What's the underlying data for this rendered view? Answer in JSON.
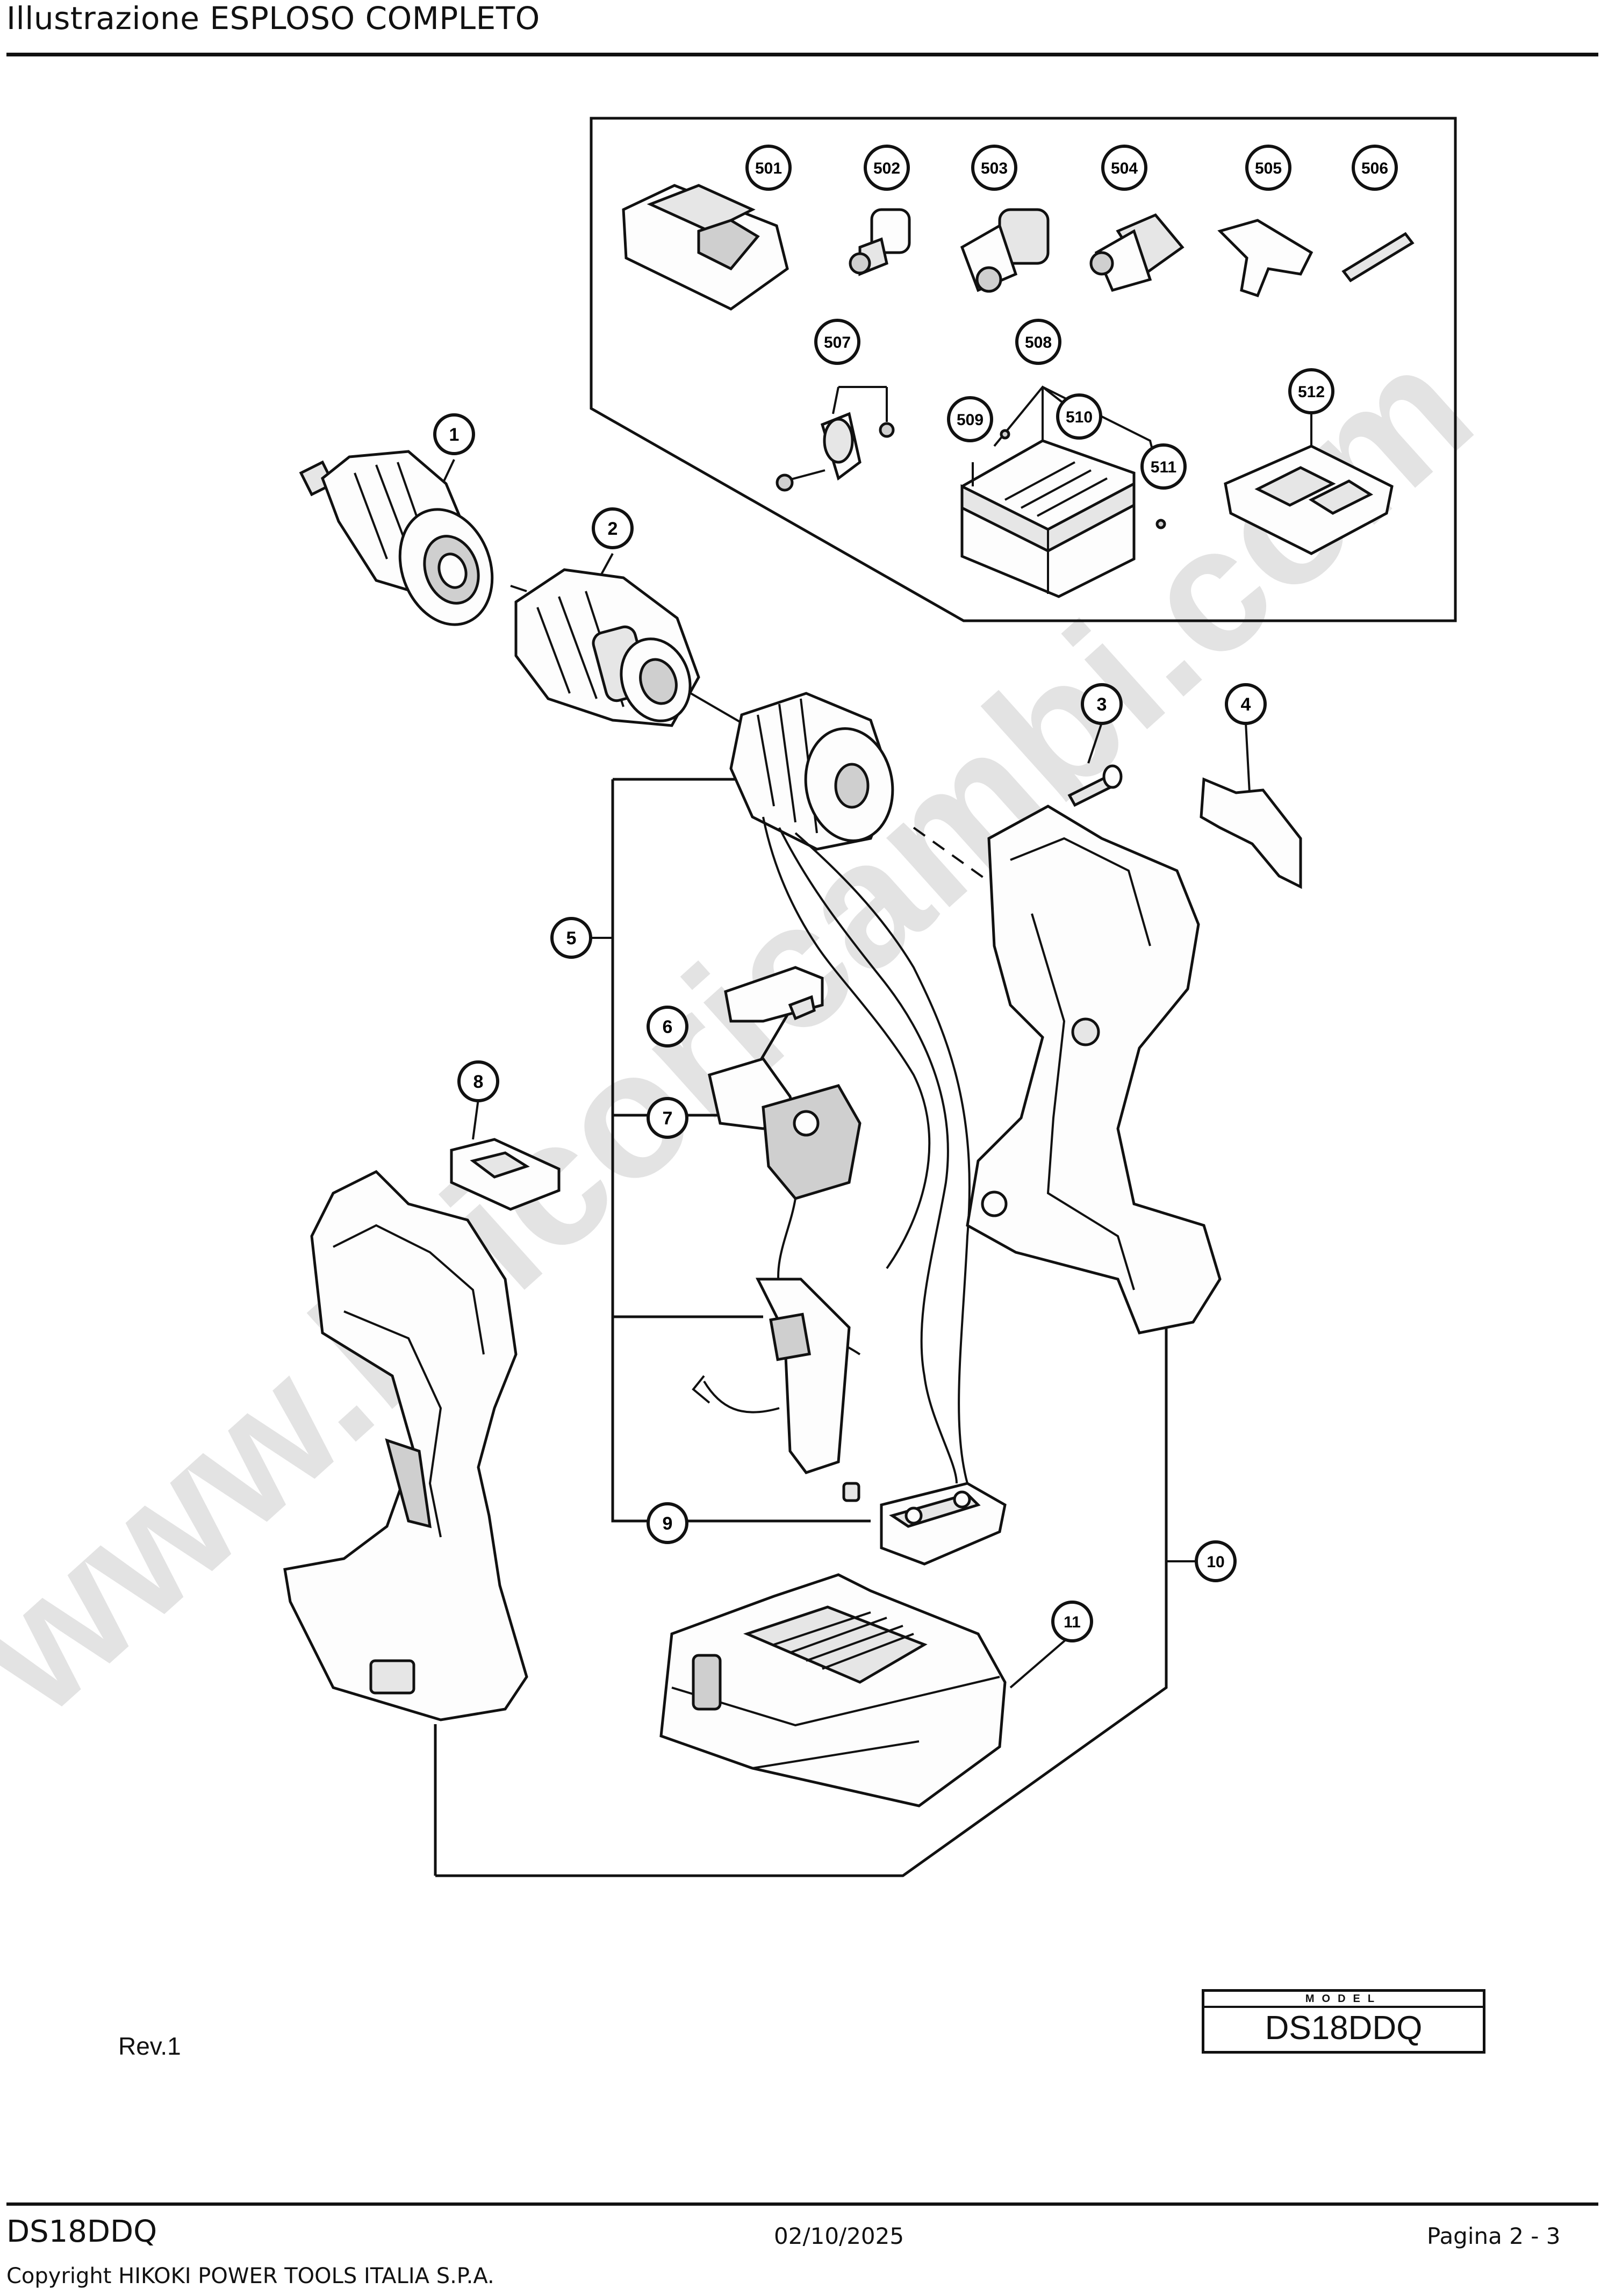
{
  "header": {
    "title": "Illustrazione  ESPLOSO COMPLETO"
  },
  "diagram": {
    "callouts": [
      "1",
      "2",
      "3",
      "4",
      "5",
      "6",
      "7",
      "8",
      "9",
      "10",
      "11"
    ],
    "accessory_callouts": [
      "501",
      "502",
      "503",
      "504",
      "505",
      "506",
      "507",
      "508",
      "509",
      "510",
      "511",
      "512"
    ],
    "watermark": "www.bricoricambi.com"
  },
  "labels": {
    "revision": "Rev.1"
  },
  "model_box": {
    "caption": "MODEL",
    "value": "DS18DDQ"
  },
  "footer": {
    "model": "DS18DDQ",
    "date": "02/10/2025",
    "page": "Pagina 2 - 3",
    "copyright": "Copyright HIKOKI POWER TOOLS ITALIA S.P.A."
  }
}
